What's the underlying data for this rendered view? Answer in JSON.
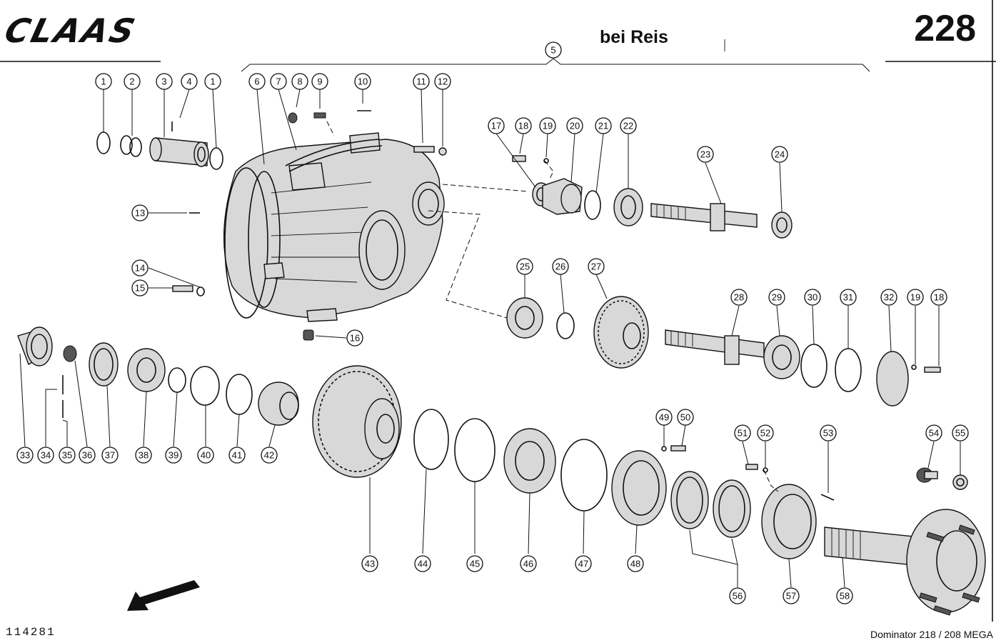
{
  "header": {
    "logo_text": "CLAAS",
    "title": "bei Reis",
    "page_number": "228"
  },
  "footer": {
    "drawing_number": "114281",
    "model": "Dominator 218 / 208 MEGA"
  },
  "callouts": [
    "1",
    "2",
    "3",
    "4",
    "1",
    "5",
    "6",
    "7",
    "8",
    "9",
    "10",
    "11",
    "12",
    "13",
    "14",
    "15",
    "16",
    "17",
    "18",
    "19",
    "20",
    "21",
    "22",
    "23",
    "24",
    "25",
    "26",
    "27",
    "28",
    "29",
    "30",
    "31",
    "32",
    "19",
    "18",
    "33",
    "34",
    "35",
    "36",
    "37",
    "38",
    "39",
    "40",
    "41",
    "42",
    "43",
    "44",
    "45",
    "46",
    "47",
    "48",
    "49",
    "50",
    "51",
    "52",
    "53",
    "54",
    "55",
    "56",
    "57",
    "58"
  ]
}
